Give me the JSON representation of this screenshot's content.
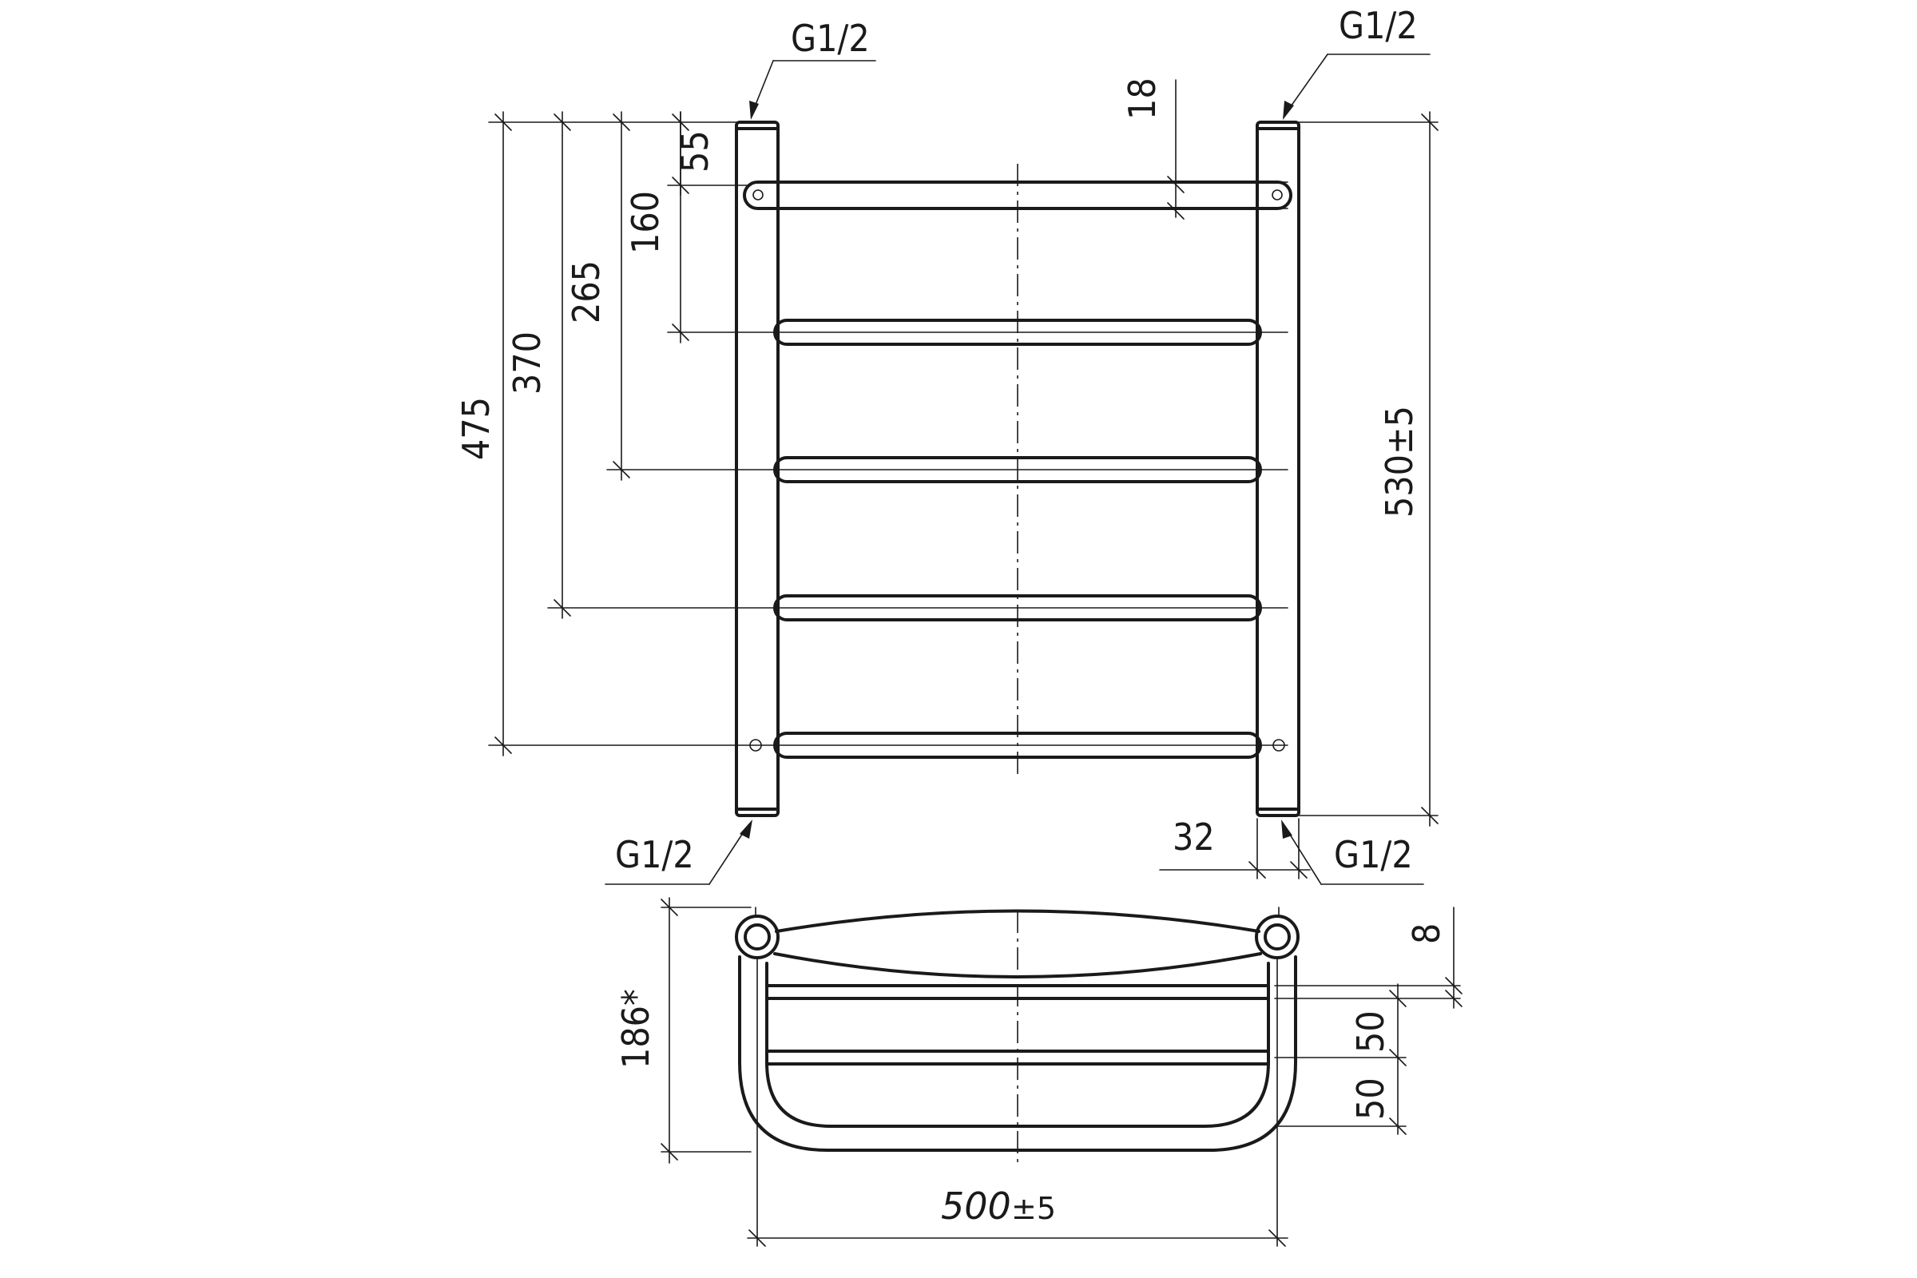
{
  "connections": {
    "top_left": "G1/2",
    "top_right": "G1/2",
    "bottom_left": "G1/2",
    "bottom_right": "G1/2"
  },
  "front_view": {
    "dims_left": [
      "55",
      "160",
      "265",
      "370",
      "475"
    ],
    "dim_bar": "18",
    "dim_height": "530±5",
    "dim_tube": "32"
  },
  "side_view": {
    "dim_depth": "186*",
    "dim_shelf_top": "8",
    "dim_shelf_gap_1": "50",
    "dim_shelf_gap_2": "50",
    "dim_width_value": "500",
    "dim_width_tol": "±5"
  }
}
